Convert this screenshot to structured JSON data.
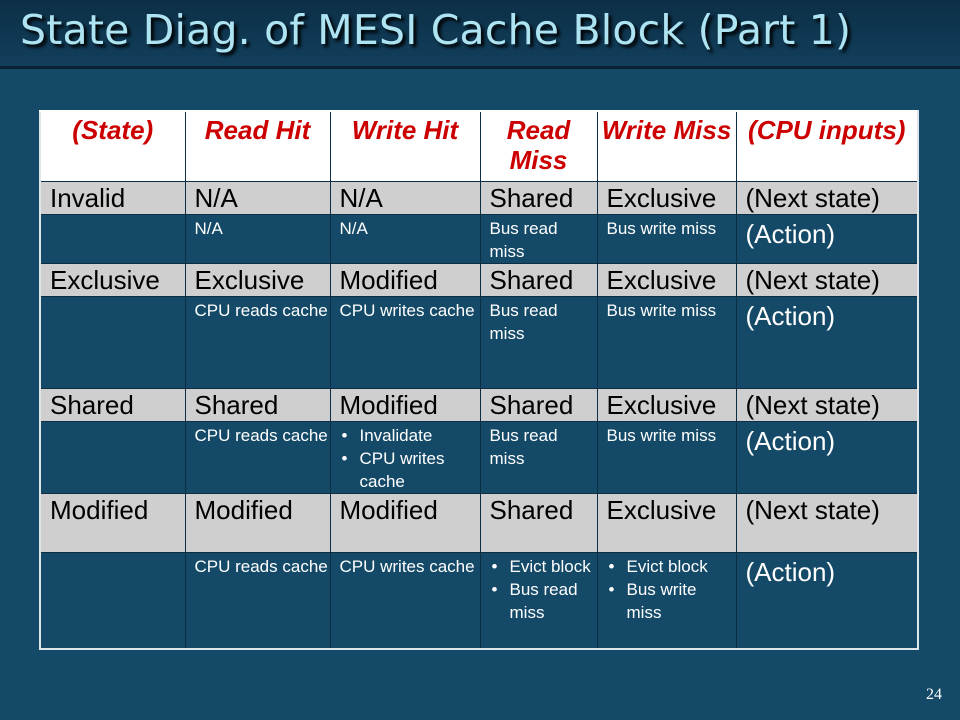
{
  "slide": {
    "title": "State Diag. of MESI Cache Block (Part 1)",
    "page_number": "24"
  },
  "table": {
    "headers": [
      "(State)",
      "Read Hit",
      "Write Hit",
      "Read Miss",
      "Write Miss",
      "(CPU inputs)"
    ],
    "rows": [
      {
        "next": [
          "Invalid",
          "N/A",
          "N/A",
          "Shared",
          "Exclusive",
          "(Next state)"
        ],
        "action": [
          [
            ""
          ],
          [
            "N/A"
          ],
          [
            "N/A"
          ],
          [
            "Bus read miss"
          ],
          [
            "Bus write miss"
          ],
          [
            "(Action)"
          ]
        ]
      },
      {
        "next": [
          "Exclusive",
          "Exclusive",
          "Modified",
          "Shared",
          "Exclusive",
          "(Next state)"
        ],
        "action": [
          [
            ""
          ],
          [
            "CPU reads cache"
          ],
          [
            "CPU writes cache"
          ],
          [
            "Bus read miss"
          ],
          [
            "Bus write miss"
          ],
          [
            "(Action)"
          ]
        ]
      },
      {
        "next": [
          "Shared",
          "Shared",
          "Modified",
          "Shared",
          "Exclusive",
          "(Next state)"
        ],
        "action": [
          [
            ""
          ],
          [
            "CPU reads cache"
          ],
          [
            "Invalidate",
            "CPU writes cache"
          ],
          [
            "Bus read miss"
          ],
          [
            "Bus write miss"
          ],
          [
            "(Action)"
          ]
        ]
      },
      {
        "next": [
          "Modified",
          "Modified",
          "Modified",
          "Shared",
          "Exclusive",
          "(Next state)"
        ],
        "action": [
          [
            ""
          ],
          [
            "CPU reads cache"
          ],
          [
            "CPU writes cache"
          ],
          [
            "Evict block",
            "Bus read miss"
          ],
          [
            "Evict block",
            "Bus write miss"
          ],
          [
            "(Action)"
          ]
        ]
      }
    ]
  }
}
